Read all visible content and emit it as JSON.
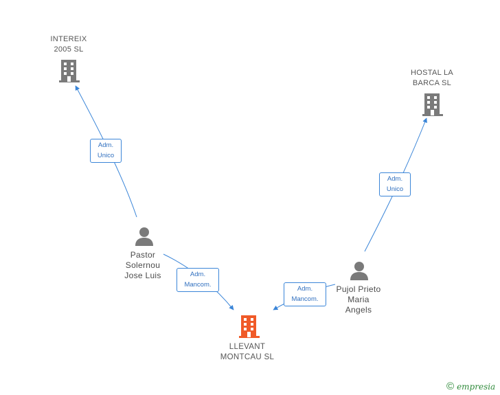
{
  "colors": {
    "company": "#7a7a7a",
    "main_company": "#f05a28",
    "person": "#7a7a7a",
    "edge": "#3a85d8",
    "brand": "#2f8a3a"
  },
  "nodes": {
    "intereix": {
      "label": [
        "INTEREIX",
        "2005 SL"
      ],
      "icon": "building-icon"
    },
    "hostal": {
      "label": [
        "HOSTAL LA",
        "BARCA SL"
      ],
      "icon": "building-icon"
    },
    "llevant": {
      "label": [
        "LLEVANT",
        "MONTCAU SL"
      ],
      "icon": "building-icon"
    },
    "pastor": {
      "label": [
        "Pastor",
        "Solernou",
        "Jose Luis"
      ],
      "icon": "person-icon"
    },
    "pujol": {
      "label": [
        "Pujol Prieto",
        "Maria",
        "Angels"
      ],
      "icon": "person-icon"
    }
  },
  "edges": {
    "pastor_intereix": [
      "Adm.",
      "Unico"
    ],
    "pujol_hostal": [
      "Adm.",
      "Unico"
    ],
    "pastor_llevant": [
      "Adm.",
      "Mancom."
    ],
    "pujol_llevant": [
      "Adm.",
      "Mancom."
    ]
  },
  "brand": {
    "copyright_symbol": "©",
    "name": "empresia"
  }
}
